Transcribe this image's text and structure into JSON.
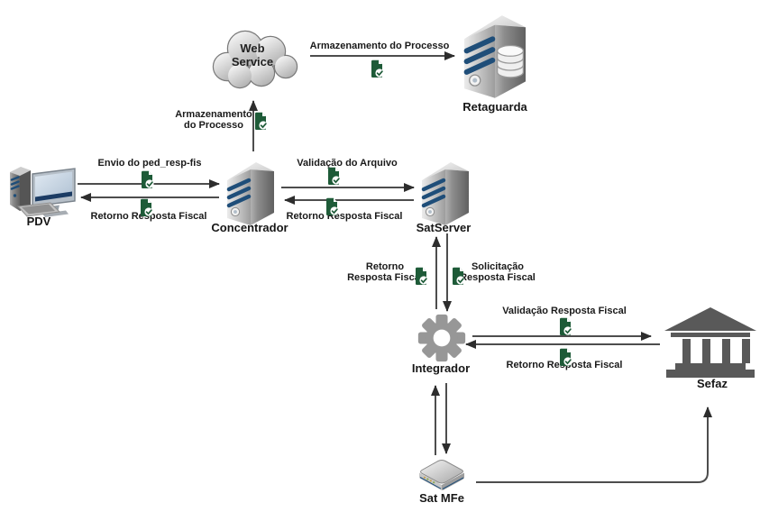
{
  "diagram": {
    "nodes": {
      "pdv": {
        "label": "PDV",
        "icon": "desktop-computer-icon"
      },
      "web_service": {
        "label": "Web\nService",
        "icon": "cloud-icon"
      },
      "retaguarda": {
        "label": "Retaguarda",
        "icon": "database-server-icon"
      },
      "concentrador": {
        "label": "Concentrador",
        "icon": "server-icon"
      },
      "satserver": {
        "label": "SatServer",
        "icon": "server-icon"
      },
      "integrador": {
        "label": "Integrador",
        "icon": "gear-icon"
      },
      "sefaz": {
        "label": "Sefaz",
        "icon": "government-building-icon"
      },
      "sat_mfe": {
        "label": "Sat MFe",
        "icon": "sat-device-icon"
      }
    },
    "edges": {
      "pdv_concentrador": {
        "label": "Envio do ped_resp-fis"
      },
      "concentrador_pdv": {
        "label": "Retorno Resposta Fiscal"
      },
      "concentrador_webservice": {
        "label": "Armazenamento\ndo Processo"
      },
      "webservice_retaguarda": {
        "label": "Armazenamento do Processo"
      },
      "concentrador_satserver": {
        "label": "Validação do Arquivo"
      },
      "satserver_concentrador": {
        "label": "Retorno Resposta Fiscal"
      },
      "integrador_satserver": {
        "label": "Retorno\nResposta Fiscal"
      },
      "satserver_integrador": {
        "label": "Solicitação\nResposta Fiscal"
      },
      "integrador_sefaz": {
        "label": "Validação Resposta Fiscal"
      },
      "sefaz_integrador": {
        "label": "Retorno Resposta Fiscal"
      }
    },
    "colors": {
      "document_green": "#1E5B38",
      "stripe_blue": "#1F4E79",
      "gear_gray": "#979797",
      "sefaz_gray": "#595959",
      "arrow_gray": "#4D4D4D",
      "label_text": "#1A1A1A"
    }
  }
}
